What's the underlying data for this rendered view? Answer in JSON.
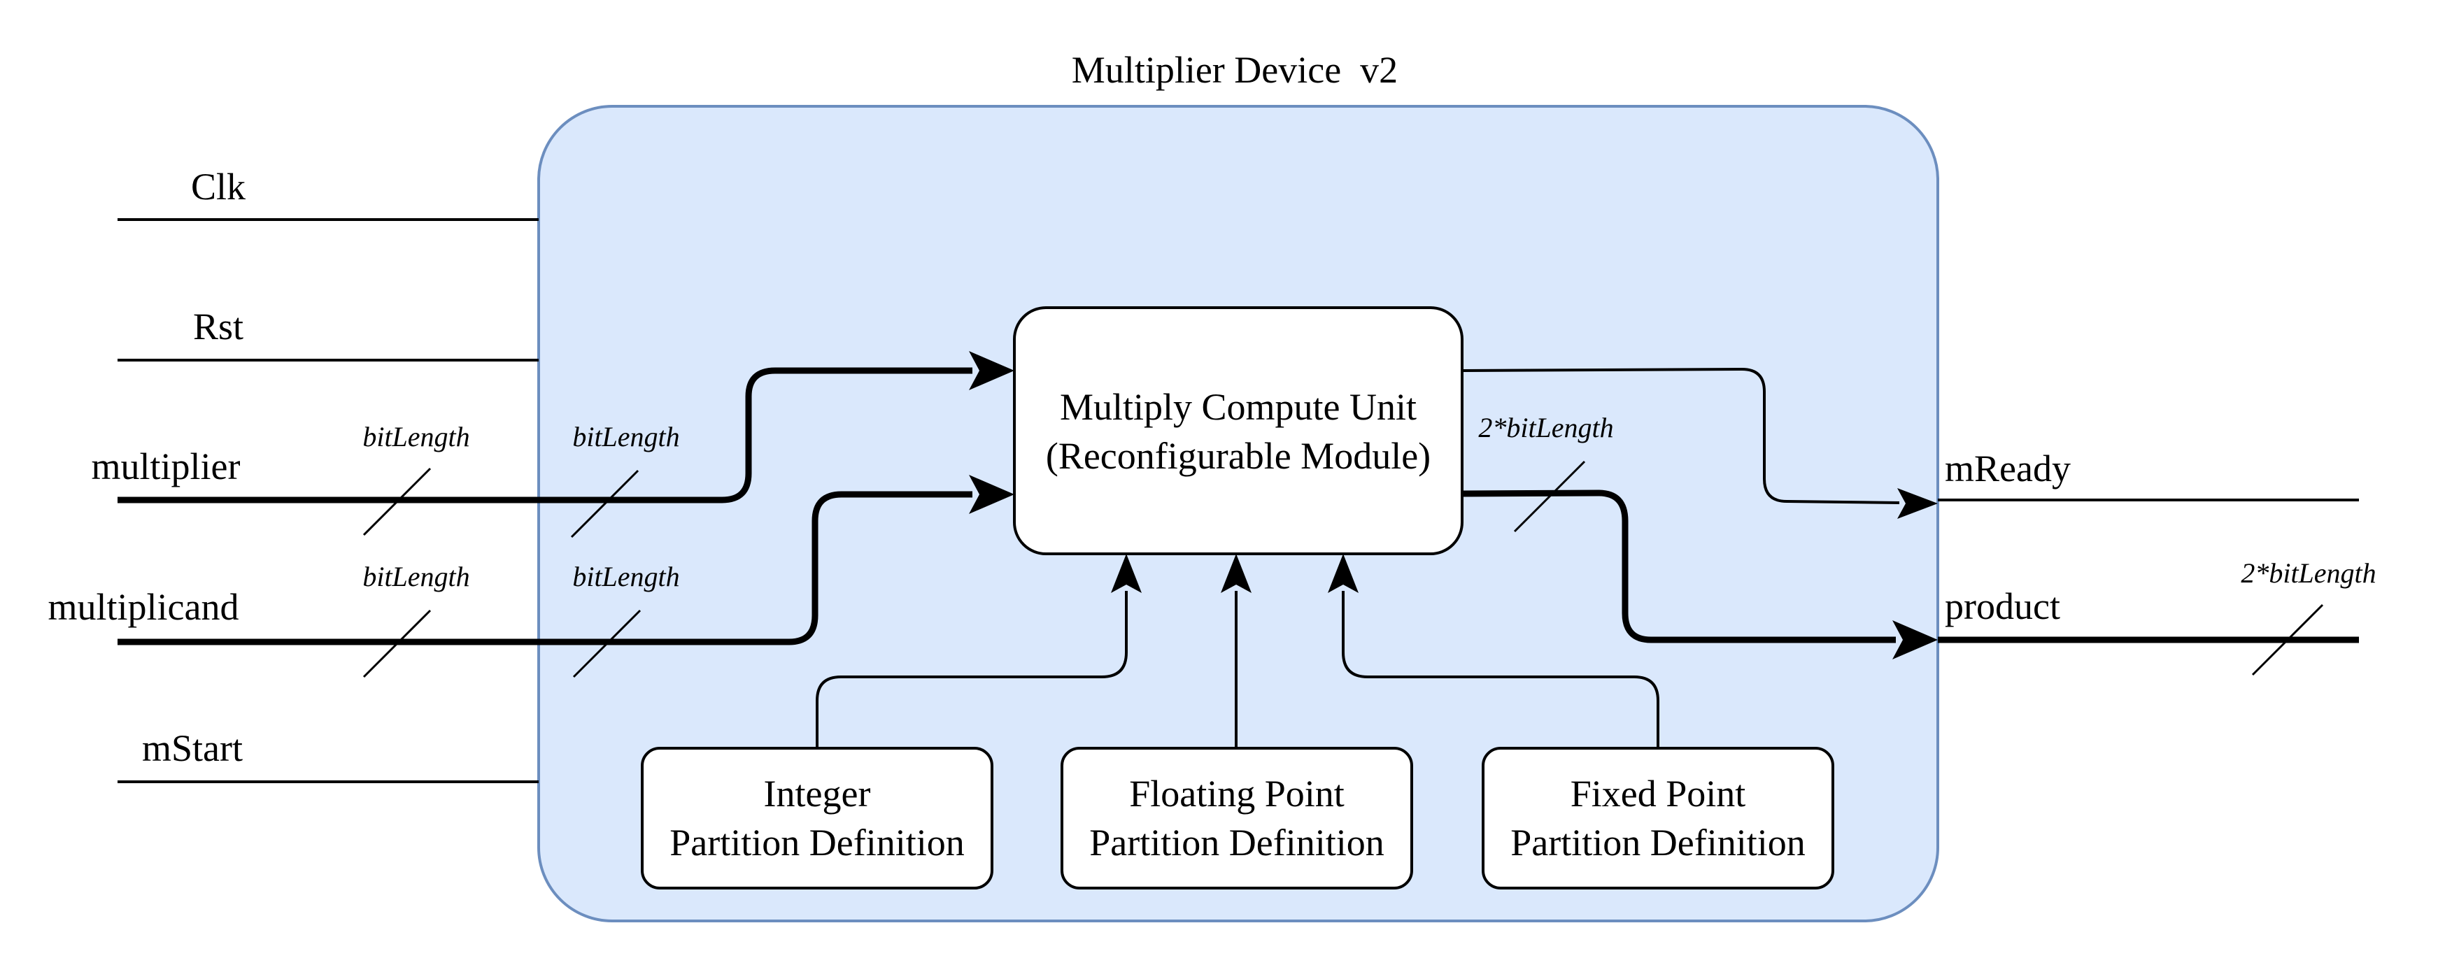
{
  "device": {
    "title": "Multiplier Device  v2",
    "fill_color": "#dae8fc",
    "stroke_color": "#6c8ebf"
  },
  "compute_unit": {
    "line1": "Multiply Compute Unit",
    "line2": "(Reconfigurable Module)"
  },
  "partitions": [
    {
      "line1": "Integer",
      "line2": "Partition Definition"
    },
    {
      "line1": "Floating Point",
      "line2": "Partition Definition"
    },
    {
      "line1": "Fixed Point",
      "line2": "Partition Definition"
    }
  ],
  "inputs": {
    "clk": "Clk",
    "rst": "Rst",
    "multiplier": "multiplier",
    "multiplicand": "multiplicand",
    "mstart": "mStart"
  },
  "outputs": {
    "mready": "mReady",
    "product": "product"
  },
  "bus_widths": {
    "multiplier_ext": "bitLength",
    "multiplier_int": "bitLength",
    "multiplicand_ext": "bitLength",
    "multiplicand_int": "bitLength",
    "product_int": "2*bitLength",
    "product_ext": "2*bitLength"
  }
}
